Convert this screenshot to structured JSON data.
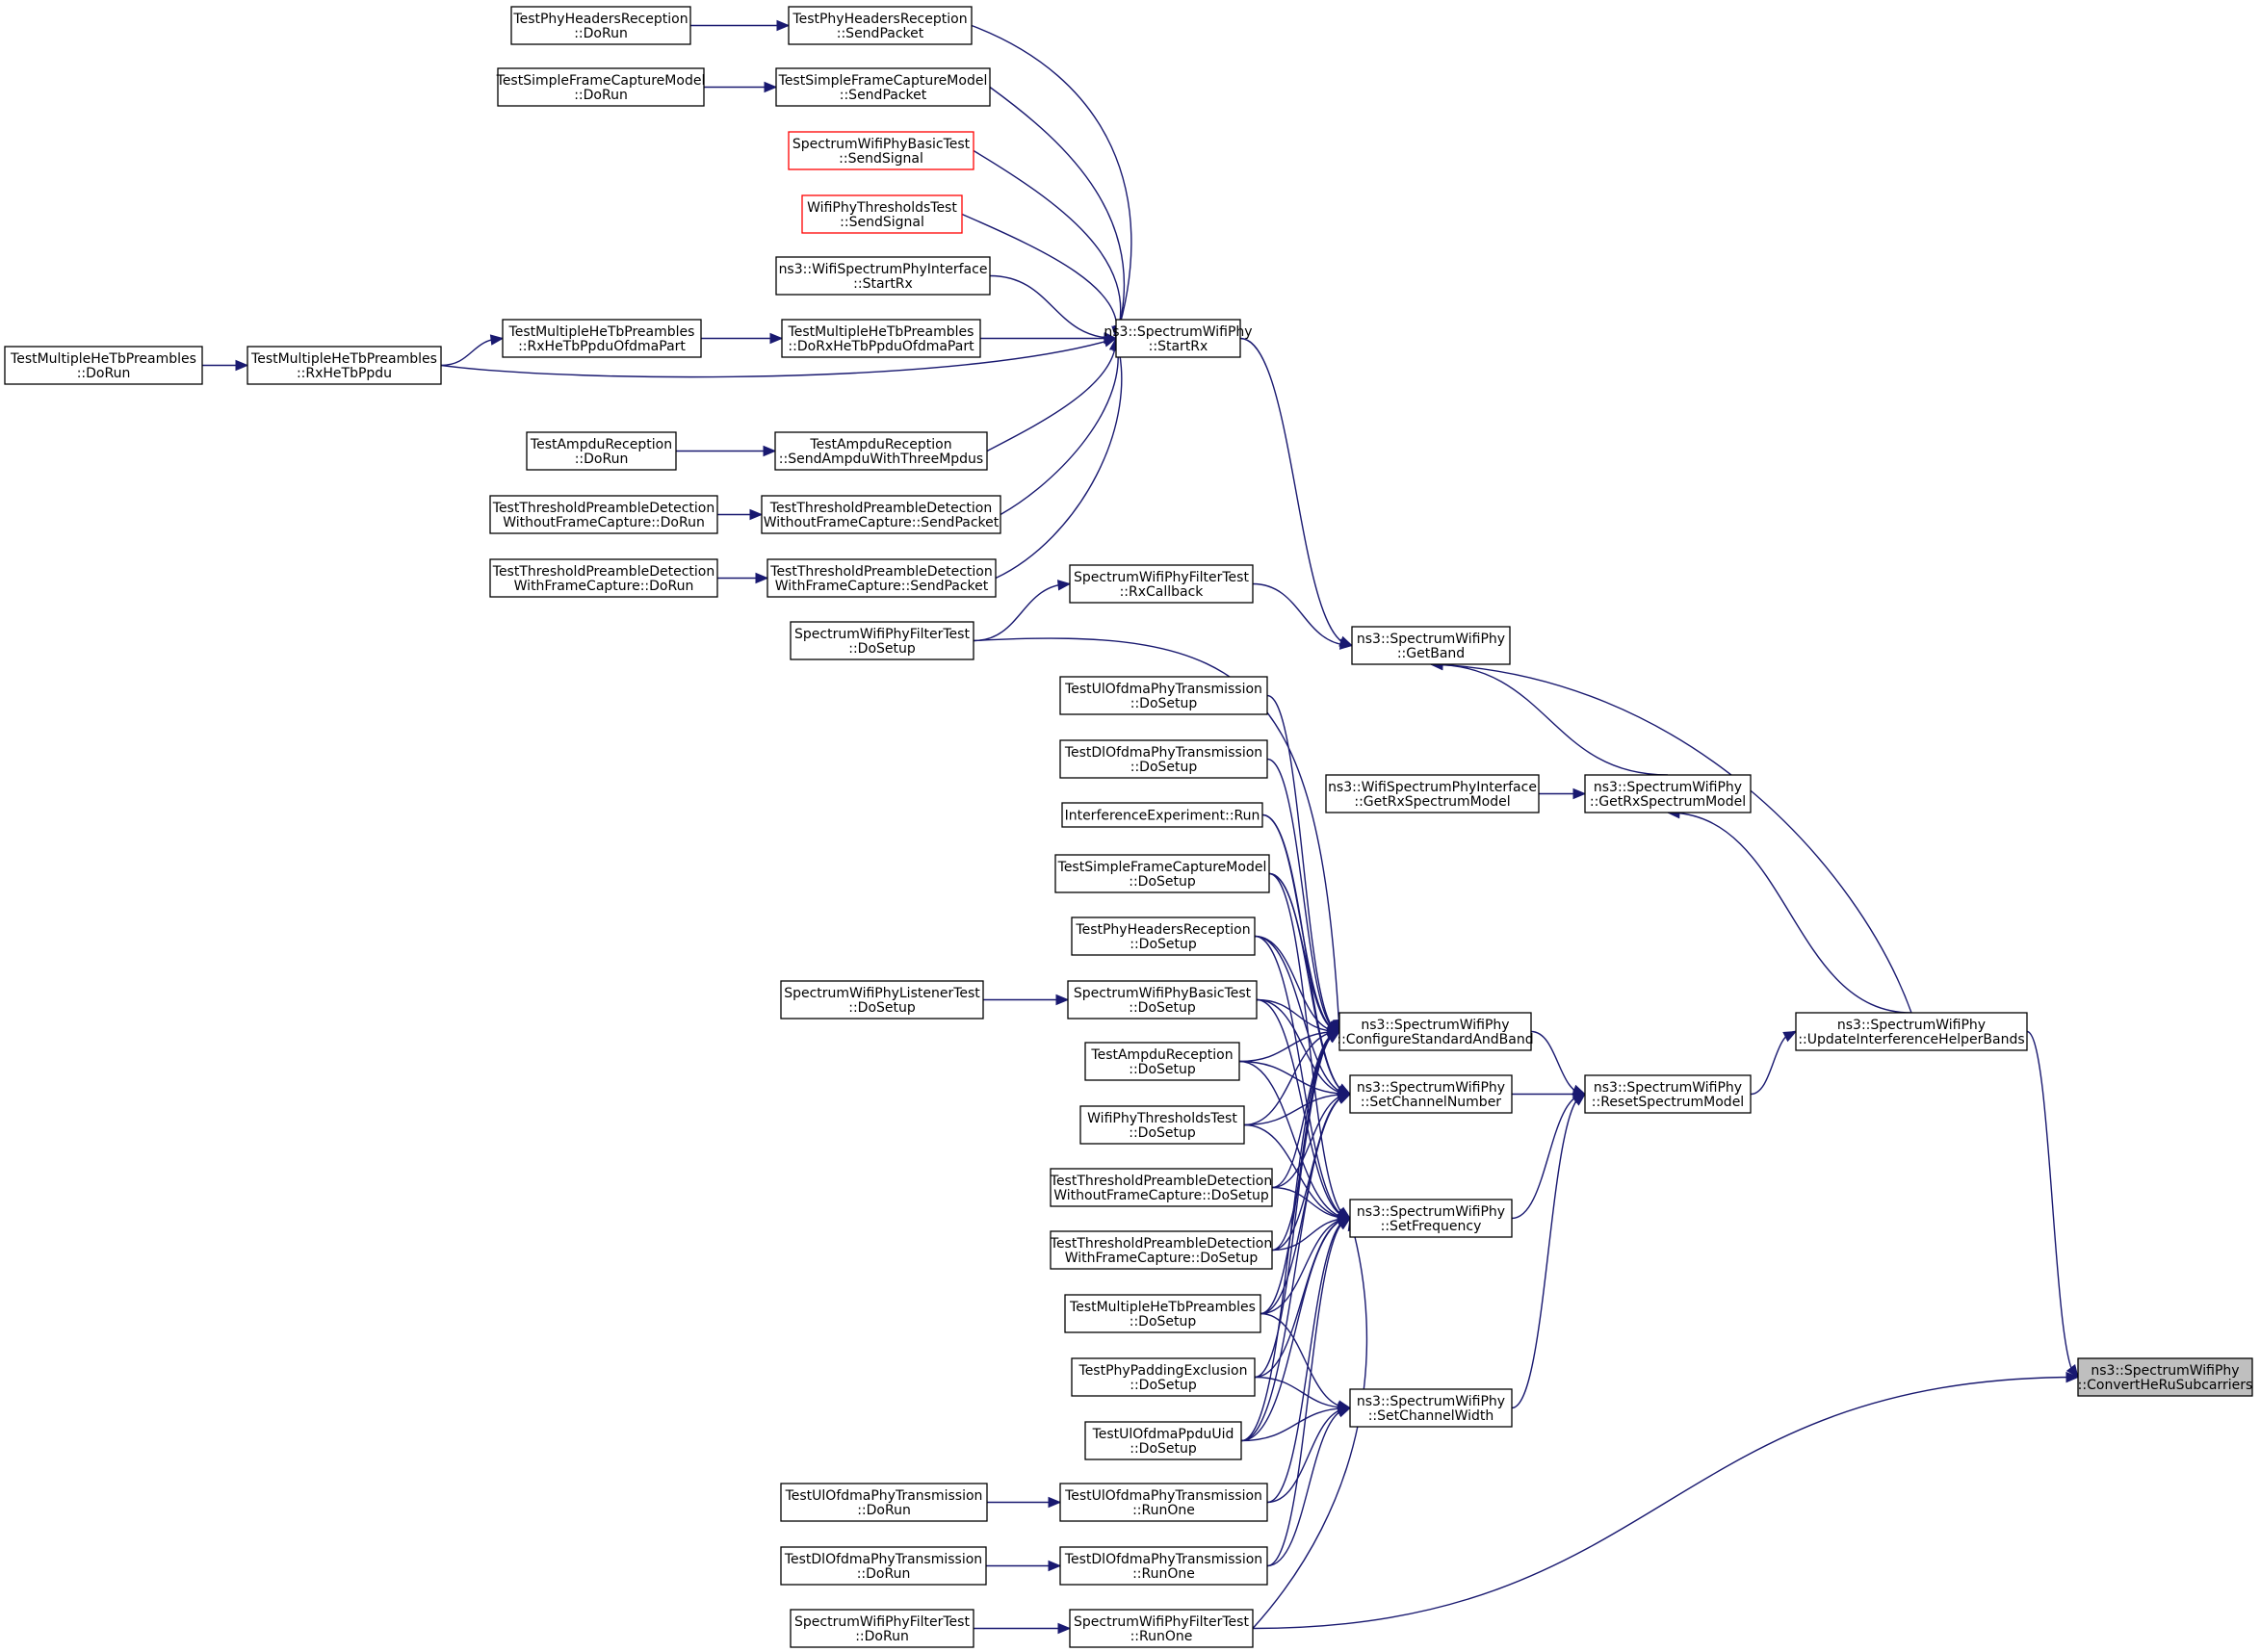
{
  "graph": {
    "title": "",
    "edge_color": "#191970",
    "undocumented_border_color": "#ff0000",
    "root_fill": "#bfbfbf",
    "nodes": [
      {
        "id": "TPHR_DoRun",
        "l1": "TestPhyHeadersReception",
        "l2": "::DoRun"
      },
      {
        "id": "TPHR_SendPacket",
        "l1": "TestPhyHeadersReception",
        "l2": "::SendPacket"
      },
      {
        "id": "TSFCM_DoRun",
        "l1": "TestSimpleFrameCaptureModel",
        "l2": "::DoRun"
      },
      {
        "id": "TSFCM_SendPacket",
        "l1": "TestSimpleFrameCaptureModel",
        "l2": "::SendPacket"
      },
      {
        "id": "SWPBT_SendSignal",
        "l1": "SpectrumWifiPhyBasicTest",
        "l2": "::SendSignal",
        "undoc": true
      },
      {
        "id": "WPTT_SendSignal",
        "l1": "WifiPhyThresholdsTest",
        "l2": "::SendSignal",
        "undoc": true
      },
      {
        "id": "WSPI_StartRx",
        "l1": "ns3::WifiSpectrumPhyInterface",
        "l2": "::StartRx"
      },
      {
        "id": "TMHTP_DoRun",
        "l1": "TestMultipleHeTbPreambles",
        "l2": "::DoRun"
      },
      {
        "id": "TMHTP_RxHeTbPpdu",
        "l1": "TestMultipleHeTbPreambles",
        "l2": "::RxHeTbPpdu"
      },
      {
        "id": "TMHTP_RxOfdma",
        "l1": "TestMultipleHeTbPreambles",
        "l2": "::RxHeTbPpduOfdmaPart"
      },
      {
        "id": "TMHTP_DoRxOfdma",
        "l1": "TestMultipleHeTbPreambles",
        "l2": "::DoRxHeTbPpduOfdmaPart"
      },
      {
        "id": "SWP_StartRx",
        "l1": "ns3::SpectrumWifiPhy",
        "l2": "::StartRx"
      },
      {
        "id": "TAR_DoRun",
        "l1": "TestAmpduReception",
        "l2": "::DoRun"
      },
      {
        "id": "TAR_SendAmpdu",
        "l1": "TestAmpduReception",
        "l2": "::SendAmpduWithThreeMpdus"
      },
      {
        "id": "TTPDWO_DoRun",
        "l1": "TestThresholdPreambleDetection",
        "l2": "WithoutFrameCapture::DoRun"
      },
      {
        "id": "TTPDWO_SendPacket",
        "l1": "TestThresholdPreambleDetection",
        "l2": "WithoutFrameCapture::SendPacket"
      },
      {
        "id": "TTPDW_DoRun",
        "l1": "TestThresholdPreambleDetection",
        "l2": "WithFrameCapture::DoRun"
      },
      {
        "id": "TTPDW_SendPacket",
        "l1": "TestThresholdPreambleDetection",
        "l2": "WithFrameCapture::SendPacket"
      },
      {
        "id": "SWPFT_RxCallback",
        "l1": "SpectrumWifiPhyFilterTest",
        "l2": "::RxCallback"
      },
      {
        "id": "SWPFT_DoSetup",
        "l1": "SpectrumWifiPhyFilterTest",
        "l2": "::DoSetup"
      },
      {
        "id": "SWP_GetBand",
        "l1": "ns3::SpectrumWifiPhy",
        "l2": "::GetBand"
      },
      {
        "id": "TUOPT_DoSetup",
        "l1": "TestUlOfdmaPhyTransmission",
        "l2": "::DoSetup"
      },
      {
        "id": "TDOPT_DoSetup",
        "l1": "TestDlOfdmaPhyTransmission",
        "l2": "::DoSetup"
      },
      {
        "id": "WSPI_GetRxSM",
        "l1": "ns3::WifiSpectrumPhyInterface",
        "l2": "::GetRxSpectrumModel"
      },
      {
        "id": "SWP_GetRxSM",
        "l1": "ns3::SpectrumWifiPhy",
        "l2": "::GetRxSpectrumModel"
      },
      {
        "id": "IE_Run",
        "l1": "InterferenceExperiment::Run",
        "l2": ""
      },
      {
        "id": "TSFCM_DoSetup",
        "l1": "TestSimpleFrameCaptureModel",
        "l2": "::DoSetup"
      },
      {
        "id": "TPHR_DoSetup",
        "l1": "TestPhyHeadersReception",
        "l2": "::DoSetup"
      },
      {
        "id": "SWPLT_DoSetup",
        "l1": "SpectrumWifiPhyListenerTest",
        "l2": "::DoSetup"
      },
      {
        "id": "SWPBT_DoSetup",
        "l1": "SpectrumWifiPhyBasicTest",
        "l2": "::DoSetup"
      },
      {
        "id": "SWP_ConfigSB",
        "l1": "ns3::SpectrumWifiPhy",
        "l2": "::ConfigureStandardAndBand"
      },
      {
        "id": "SWP_UpdIHB",
        "l1": "ns3::SpectrumWifiPhy",
        "l2": "::UpdateInterferenceHelperBands"
      },
      {
        "id": "TAR_DoSetup",
        "l1": "TestAmpduReception",
        "l2": "::DoSetup"
      },
      {
        "id": "SWP_SetChNum",
        "l1": "ns3::SpectrumWifiPhy",
        "l2": "::SetChannelNumber"
      },
      {
        "id": "SWP_ResetSM",
        "l1": "ns3::SpectrumWifiPhy",
        "l2": "::ResetSpectrumModel"
      },
      {
        "id": "WPTT_DoSetup",
        "l1": "WifiPhyThresholdsTest",
        "l2": "::DoSetup"
      },
      {
        "id": "TTPDWO_DoSetup",
        "l1": "TestThresholdPreambleDetection",
        "l2": "WithoutFrameCapture::DoSetup"
      },
      {
        "id": "SWP_SetFreq",
        "l1": "ns3::SpectrumWifiPhy",
        "l2": "::SetFrequency"
      },
      {
        "id": "TTPDW_DoSetup",
        "l1": "TestThresholdPreambleDetection",
        "l2": "WithFrameCapture::DoSetup"
      },
      {
        "id": "TMHTP_DoSetup",
        "l1": "TestMultipleHeTbPreambles",
        "l2": "::DoSetup"
      },
      {
        "id": "TPPE_DoSetup",
        "l1": "TestPhyPaddingExclusion",
        "l2": "::DoSetup"
      },
      {
        "id": "SWP_ConvertHeRu",
        "l1": "ns3::SpectrumWifiPhy",
        "l2": "::ConvertHeRuSubcarriers",
        "root": true
      },
      {
        "id": "SWP_SetChWidth",
        "l1": "ns3::SpectrumWifiPhy",
        "l2": "::SetChannelWidth"
      },
      {
        "id": "TUOPU_DoSetup",
        "l1": "TestUlOfdmaPpduUid",
        "l2": "::DoSetup"
      },
      {
        "id": "TUOPT_DoRun",
        "l1": "TestUlOfdmaPhyTransmission",
        "l2": "::DoRun"
      },
      {
        "id": "TUOPT_RunOne",
        "l1": "TestUlOfdmaPhyTransmission",
        "l2": "::RunOne"
      },
      {
        "id": "TDOPT_DoRun",
        "l1": "TestDlOfdmaPhyTransmission",
        "l2": "::DoRun"
      },
      {
        "id": "TDOPT_RunOne",
        "l1": "TestDlOfdmaPhyTransmission",
        "l2": "::RunOne"
      },
      {
        "id": "SWPFT_DoRun",
        "l1": "SpectrumWifiPhyFilterTest",
        "l2": "::DoRun"
      },
      {
        "id": "SWPFT_RunOne",
        "l1": "SpectrumWifiPhyFilterTest",
        "l2": "::RunOne"
      }
    ],
    "edges": [
      [
        "TPHR_DoRun",
        "TPHR_SendPacket"
      ],
      [
        "TPHR_SendPacket",
        "SWP_StartRx"
      ],
      [
        "TSFCM_DoRun",
        "TSFCM_SendPacket"
      ],
      [
        "TSFCM_SendPacket",
        "SWP_StartRx"
      ],
      [
        "SWPBT_SendSignal",
        "SWP_StartRx"
      ],
      [
        "WPTT_SendSignal",
        "SWP_StartRx"
      ],
      [
        "WSPI_StartRx",
        "SWP_StartRx"
      ],
      [
        "TMHTP_DoRun",
        "TMHTP_RxHeTbPpdu"
      ],
      [
        "TMHTP_RxHeTbPpdu",
        "TMHTP_RxOfdma"
      ],
      [
        "TMHTP_RxHeTbPpdu",
        "SWP_StartRx"
      ],
      [
        "TMHTP_RxOfdma",
        "TMHTP_DoRxOfdma"
      ],
      [
        "TMHTP_DoRxOfdma",
        "SWP_StartRx"
      ],
      [
        "TAR_DoRun",
        "TAR_SendAmpdu"
      ],
      [
        "TAR_SendAmpdu",
        "SWP_StartRx"
      ],
      [
        "TTPDWO_DoRun",
        "TTPDWO_SendPacket"
      ],
      [
        "TTPDWO_SendPacket",
        "SWP_StartRx"
      ],
      [
        "TTPDW_DoRun",
        "TTPDW_SendPacket"
      ],
      [
        "TTPDW_SendPacket",
        "SWP_StartRx"
      ],
      [
        "SWP_StartRx",
        "SWP_GetBand"
      ],
      [
        "SWPFT_DoSetup",
        "SWPFT_RxCallback"
      ],
      [
        "SWPFT_RxCallback",
        "SWP_GetBand"
      ],
      [
        "SWP_GetRxSM",
        "SWP_GetBand"
      ],
      [
        "SWP_UpdIHB",
        "SWP_GetBand"
      ],
      [
        "WSPI_GetRxSM",
        "SWP_GetRxSM"
      ],
      [
        "SWP_UpdIHB",
        "SWP_GetRxSM"
      ],
      [
        "SWPLT_DoSetup",
        "SWPBT_DoSetup"
      ],
      [
        "SWPFT_DoSetup",
        "SWP_ConfigSB"
      ],
      [
        "TUOPT_DoSetup",
        "SWP_ConfigSB"
      ],
      [
        "TDOPT_DoSetup",
        "SWP_ConfigSB"
      ],
      [
        "IE_Run",
        "SWP_ConfigSB"
      ],
      [
        "TSFCM_DoSetup",
        "SWP_ConfigSB"
      ],
      [
        "TPHR_DoSetup",
        "SWP_ConfigSB"
      ],
      [
        "SWPBT_DoSetup",
        "SWP_ConfigSB"
      ],
      [
        "TAR_DoSetup",
        "SWP_ConfigSB"
      ],
      [
        "WPTT_DoSetup",
        "SWP_ConfigSB"
      ],
      [
        "TTPDWO_DoSetup",
        "SWP_ConfigSB"
      ],
      [
        "TTPDW_DoSetup",
        "SWP_ConfigSB"
      ],
      [
        "TMHTP_DoSetup",
        "SWP_ConfigSB"
      ],
      [
        "TPPE_DoSetup",
        "SWP_ConfigSB"
      ],
      [
        "TUOPU_DoSetup",
        "SWP_ConfigSB"
      ],
      [
        "SWP_ConfigSB",
        "SWP_ResetSM"
      ],
      [
        "IE_Run",
        "SWP_SetChNum"
      ],
      [
        "TSFCM_DoSetup",
        "SWP_SetChNum"
      ],
      [
        "TPHR_DoSetup",
        "SWP_SetChNum"
      ],
      [
        "SWPBT_DoSetup",
        "SWP_SetChNum"
      ],
      [
        "TAR_DoSetup",
        "SWP_SetChNum"
      ],
      [
        "WPTT_DoSetup",
        "SWP_SetChNum"
      ],
      [
        "TTPDWO_DoSetup",
        "SWP_SetChNum"
      ],
      [
        "TTPDW_DoSetup",
        "SWP_SetChNum"
      ],
      [
        "TMHTP_DoSetup",
        "SWP_SetChNum"
      ],
      [
        "TUOPU_DoSetup",
        "SWP_SetChNum"
      ],
      [
        "SWP_SetChNum",
        "SWP_ResetSM"
      ],
      [
        "TSFCM_DoSetup",
        "SWP_SetFreq"
      ],
      [
        "TPHR_DoSetup",
        "SWP_SetFreq"
      ],
      [
        "SWPBT_DoSetup",
        "SWP_SetFreq"
      ],
      [
        "TAR_DoSetup",
        "SWP_SetFreq"
      ],
      [
        "WPTT_DoSetup",
        "SWP_SetFreq"
      ],
      [
        "TTPDWO_DoSetup",
        "SWP_SetFreq"
      ],
      [
        "TTPDW_DoSetup",
        "SWP_SetFreq"
      ],
      [
        "TMHTP_DoSetup",
        "SWP_SetFreq"
      ],
      [
        "TPPE_DoSetup",
        "SWP_SetFreq"
      ],
      [
        "TUOPU_DoSetup",
        "SWP_SetFreq"
      ],
      [
        "TUOPT_RunOne",
        "SWP_SetFreq"
      ],
      [
        "TDOPT_RunOne",
        "SWP_SetFreq"
      ],
      [
        "SWPFT_RunOne",
        "SWP_SetFreq"
      ],
      [
        "SWP_SetFreq",
        "SWP_ResetSM"
      ],
      [
        "TMHTP_DoSetup",
        "SWP_SetChWidth"
      ],
      [
        "TPPE_DoSetup",
        "SWP_SetChWidth"
      ],
      [
        "TUOPU_DoSetup",
        "SWP_SetChWidth"
      ],
      [
        "TUOPT_RunOne",
        "SWP_SetChWidth"
      ],
      [
        "TDOPT_RunOne",
        "SWP_SetChWidth"
      ],
      [
        "SWP_SetChWidth",
        "SWP_ResetSM"
      ],
      [
        "SWP_ResetSM",
        "SWP_UpdIHB"
      ],
      [
        "SWP_UpdIHB",
        "SWP_ConvertHeRu"
      ],
      [
        "SWPFT_RunOne",
        "SWP_ConvertHeRu"
      ],
      [
        "TUOPT_DoRun",
        "TUOPT_RunOne"
      ],
      [
        "TDOPT_DoRun",
        "TDOPT_RunOne"
      ],
      [
        "SWPFT_DoRun",
        "SWPFT_RunOne"
      ]
    ]
  }
}
